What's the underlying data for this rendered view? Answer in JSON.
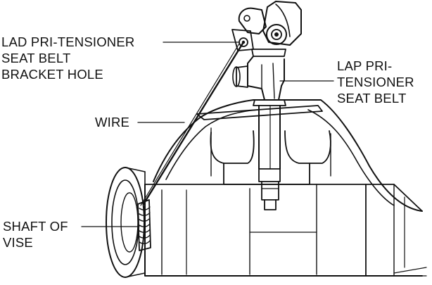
{
  "labels": {
    "lad_bracket": [
      "LAD PRI-TENSIONER",
      "SEAT BELT",
      "BRACKET HOLE"
    ],
    "lap_tensioner": [
      "LAP PRI-",
      "TENSIONER",
      "SEAT BELT"
    ],
    "wire": [
      "WIRE"
    ],
    "shaft": [
      "SHAFT OF",
      "VISE"
    ]
  },
  "colors": {
    "ink": "#111111",
    "paper": "#ffffff"
  }
}
